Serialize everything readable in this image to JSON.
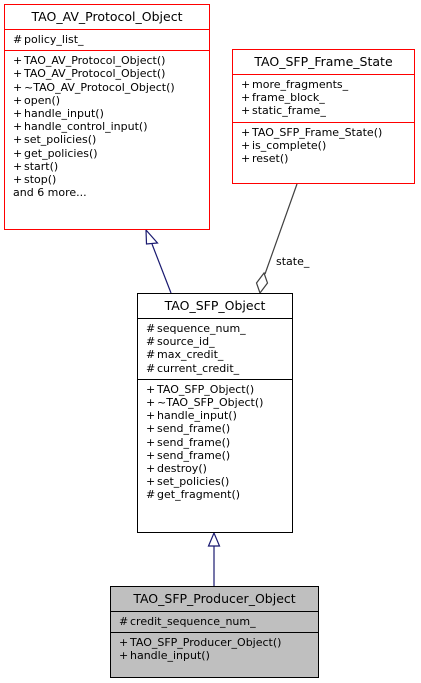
{
  "classes": {
    "av_protocol": {
      "name": "TAO_AV_Protocol_Object",
      "attributes": [
        {
          "vis": "#",
          "text": "policy_list_"
        }
      ],
      "methods": [
        {
          "vis": "+",
          "text": "TAO_AV_Protocol_Object()"
        },
        {
          "vis": "+",
          "text": "TAO_AV_Protocol_Object()"
        },
        {
          "vis": "+",
          "text": "~TAO_AV_Protocol_Object()"
        },
        {
          "vis": "+",
          "text": "open()"
        },
        {
          "vis": "+",
          "text": "handle_input()"
        },
        {
          "vis": "+",
          "text": "handle_control_input()"
        },
        {
          "vis": "+",
          "text": "set_policies()"
        },
        {
          "vis": "+",
          "text": "get_policies()"
        },
        {
          "vis": "+",
          "text": "start()"
        },
        {
          "vis": "+",
          "text": "stop()"
        },
        {
          "vis": "",
          "text": "and 6 more..."
        }
      ]
    },
    "frame_state": {
      "name": "TAO_SFP_Frame_State",
      "attributes": [
        {
          "vis": "+",
          "text": "more_fragments_"
        },
        {
          "vis": "+",
          "text": "frame_block_"
        },
        {
          "vis": "+",
          "text": "static_frame_"
        }
      ],
      "methods": [
        {
          "vis": "+",
          "text": "TAO_SFP_Frame_State()"
        },
        {
          "vis": "+",
          "text": "is_complete()"
        },
        {
          "vis": "+",
          "text": "reset()"
        }
      ]
    },
    "sfp_object": {
      "name": "TAO_SFP_Object",
      "attributes": [
        {
          "vis": "#",
          "text": "sequence_num_"
        },
        {
          "vis": "#",
          "text": "source_id_"
        },
        {
          "vis": "#",
          "text": "max_credit_"
        },
        {
          "vis": "#",
          "text": "current_credit_"
        }
      ],
      "methods": [
        {
          "vis": "+",
          "text": "TAO_SFP_Object()"
        },
        {
          "vis": "+",
          "text": "~TAO_SFP_Object()"
        },
        {
          "vis": "+",
          "text": "handle_input()"
        },
        {
          "vis": "+",
          "text": "send_frame()"
        },
        {
          "vis": "+",
          "text": "send_frame()"
        },
        {
          "vis": "+",
          "text": "send_frame()"
        },
        {
          "vis": "+",
          "text": "destroy()"
        },
        {
          "vis": "+",
          "text": "set_policies()"
        },
        {
          "vis": "#",
          "text": "get_fragment()"
        }
      ]
    },
    "producer": {
      "name": "TAO_SFP_Producer_Object",
      "attributes": [
        {
          "vis": "#",
          "text": "credit_sequence_num_"
        }
      ],
      "methods": [
        {
          "vis": "+",
          "text": "TAO_SFP_Producer_Object()"
        },
        {
          "vis": "+",
          "text": "handle_input()"
        }
      ]
    }
  },
  "edges": {
    "state_label": "state_"
  },
  "colors": {
    "external_border": "#ff0000",
    "inheritance_line": "#191970",
    "association_line": "#404040",
    "focus_fill": "#bfbfbf"
  }
}
